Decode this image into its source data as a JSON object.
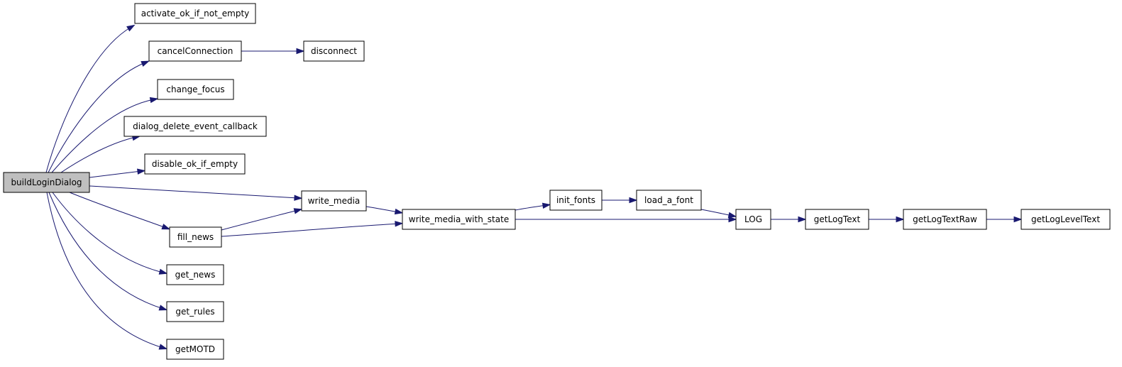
{
  "colors": {
    "root_fill": "#bfbfbf",
    "node_fill": "#ffffff",
    "node_stroke": "#000000",
    "edge": "#191970"
  },
  "nodes": [
    {
      "id": "buildLoginDialog",
      "label": "buildLoginDialog",
      "root": true
    },
    {
      "id": "activate_ok_if_not_empty",
      "label": "activate_ok_if_not_empty"
    },
    {
      "id": "cancelConnection",
      "label": "cancelConnection"
    },
    {
      "id": "disconnect",
      "label": "disconnect"
    },
    {
      "id": "change_focus",
      "label": "change_focus"
    },
    {
      "id": "dialog_delete_event_callback",
      "label": "dialog_delete_event_callback"
    },
    {
      "id": "disable_ok_if_empty",
      "label": "disable_ok_if_empty"
    },
    {
      "id": "write_media",
      "label": "write_media"
    },
    {
      "id": "fill_news",
      "label": "fill_news"
    },
    {
      "id": "get_news",
      "label": "get_news"
    },
    {
      "id": "get_rules",
      "label": "get_rules"
    },
    {
      "id": "getMOTD",
      "label": "getMOTD"
    },
    {
      "id": "write_media_with_state",
      "label": "write_media_with_state"
    },
    {
      "id": "init_fonts",
      "label": "init_fonts"
    },
    {
      "id": "load_a_font",
      "label": "load_a_font"
    },
    {
      "id": "LOG",
      "label": "LOG"
    },
    {
      "id": "getLogText",
      "label": "getLogText"
    },
    {
      "id": "getLogTextRaw",
      "label": "getLogTextRaw"
    },
    {
      "id": "getLogLevelText",
      "label": "getLogLevelText"
    }
  ],
  "edges": [
    {
      "from": "buildLoginDialog",
      "to": "activate_ok_if_not_empty"
    },
    {
      "from": "buildLoginDialog",
      "to": "cancelConnection"
    },
    {
      "from": "buildLoginDialog",
      "to": "change_focus"
    },
    {
      "from": "buildLoginDialog",
      "to": "dialog_delete_event_callback"
    },
    {
      "from": "buildLoginDialog",
      "to": "disable_ok_if_empty"
    },
    {
      "from": "buildLoginDialog",
      "to": "write_media"
    },
    {
      "from": "buildLoginDialog",
      "to": "fill_news"
    },
    {
      "from": "buildLoginDialog",
      "to": "get_news"
    },
    {
      "from": "buildLoginDialog",
      "to": "get_rules"
    },
    {
      "from": "buildLoginDialog",
      "to": "getMOTD"
    },
    {
      "from": "cancelConnection",
      "to": "disconnect"
    },
    {
      "from": "write_media",
      "to": "write_media_with_state"
    },
    {
      "from": "fill_news",
      "to": "write_media"
    },
    {
      "from": "fill_news",
      "to": "write_media_with_state"
    },
    {
      "from": "write_media_with_state",
      "to": "init_fonts"
    },
    {
      "from": "write_media_with_state",
      "to": "LOG"
    },
    {
      "from": "init_fonts",
      "to": "load_a_font"
    },
    {
      "from": "load_a_font",
      "to": "LOG"
    },
    {
      "from": "LOG",
      "to": "getLogText"
    },
    {
      "from": "getLogText",
      "to": "getLogTextRaw"
    },
    {
      "from": "getLogTextRaw",
      "to": "getLogLevelText"
    }
  ]
}
